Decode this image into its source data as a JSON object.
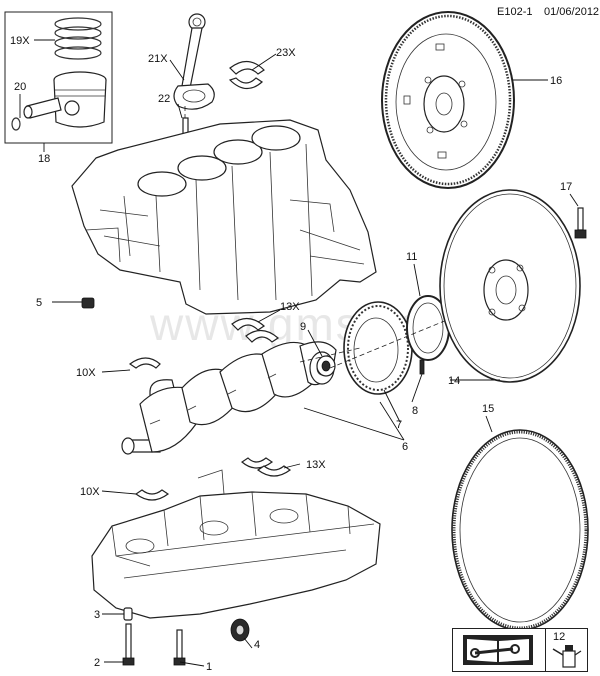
{
  "header": {
    "diagram_id": "E102-1",
    "date": "01/06/2012"
  },
  "watermark": "www.gmsklad.ru",
  "callouts": {
    "c19x": "19X",
    "c20": "20",
    "c18": "18",
    "c21x": "21X",
    "c22": "22",
    "c23x": "23X",
    "c16": "16",
    "c17": "17",
    "c5": "5",
    "c11": "11",
    "c13x_top": "13X",
    "c9": "9",
    "c10x_top": "10X",
    "c14": "14",
    "c15": "15",
    "c7": "7",
    "c8": "8",
    "c6": "6",
    "c13x_bottom": "13X",
    "c10x_bottom": "10X",
    "c3": "3",
    "c4": "4",
    "c2": "2",
    "c1": "1",
    "c12": "12"
  },
  "icons": {
    "manual": "book-wrench-icon",
    "oil": "oil-can-icon"
  }
}
